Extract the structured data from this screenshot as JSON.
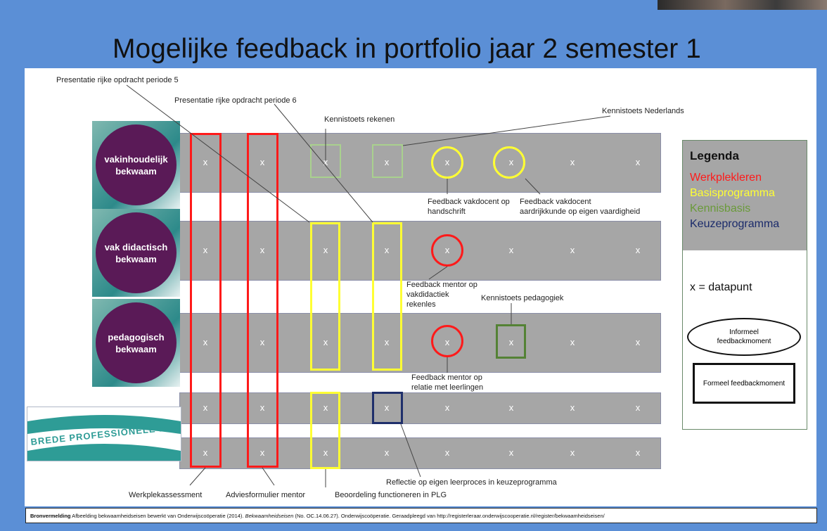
{
  "title": "Mogelijke feedback in portfolio jaar 2 semester 1",
  "badges": [
    "vakinhoudelijk bekwaam",
    "vak didactisch bekwaam",
    "pedagogisch bekwaam"
  ],
  "brede_label": "BREDE PROFESSIONELE BASIS",
  "datapoint_symbol": "x",
  "callouts": {
    "pres5": "Presentatie rijke opdracht periode 5",
    "pres6": "Presentatie rijke opdracht periode 6",
    "rekenen": "Kennistoets rekenen",
    "nederlands": "Kennistoets Nederlands",
    "fb_vakdocent_1": "Feedback vakdocent op",
    "fb_vakdocent_2": "handschrift",
    "fb_aardr_1": "Feedback vakdocent",
    "fb_aardr_2": "aardrijkkunde op eigen vaardigheid",
    "fb_mentor_rek_1": "Feedback mentor op",
    "fb_mentor_rek_2": "vakdidactiek",
    "fb_mentor_rek_3": "rekenles",
    "pedagogiek": "Kennistoets pedagogiek",
    "fb_mentor_rel_1": "Feedback mentor op",
    "fb_mentor_rel_2": "relatie met leerlingen",
    "werkplek": "Werkplekassessment",
    "advies": "Adviesformulier mentor",
    "beoordeling": "Beoordeling functioneren in PLG",
    "reflectie": "Reflectie op eigen leerproces in keuzeprogramma"
  },
  "legend": {
    "title": "Legenda",
    "items": [
      {
        "label": "Werkplekleren",
        "color": "#ff1a1a"
      },
      {
        "label": "Basisprogramma",
        "color": "#ffff33"
      },
      {
        "label": "Kennisbasis",
        "color": "#6a9a3a"
      },
      {
        "label": "Keuzeprogramma",
        "color": "#1a2a6a"
      }
    ],
    "datapoint": "x = datapunt",
    "informeel": "Informeel feedbackmoment",
    "formeel": "Formeel feedbackmoment"
  },
  "footer": {
    "bold": "Bronvermelding",
    "text1": " Afbeelding bekwaamheidseisen bewerkt van Onderwijscoöperatie (2014). ",
    "italic": "Bekwaamheidseisen",
    "text2": " (No. OC.14.06.27). Onderwijscoöperatie. Geraadpleegd van http://registerleraar.onderwijscooperatie.nl/register/bekwaamheidseisen/"
  },
  "colors": {
    "red": "#ff1a1a",
    "yellow": "#ffff33",
    "green_light": "#a9d18e",
    "green": "#548235",
    "navy": "#1f2f6b"
  }
}
